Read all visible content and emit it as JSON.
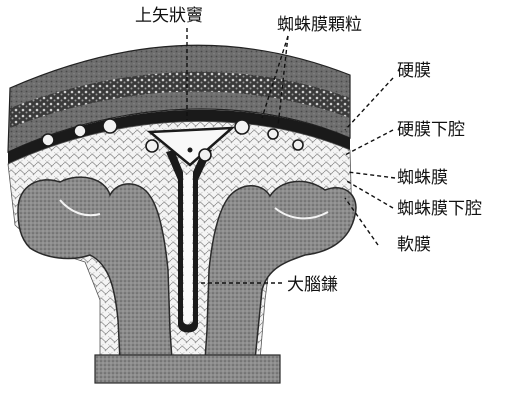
{
  "labels": {
    "superior_sagittal_sinus": "上矢狀竇",
    "arachnoid_granulations": "蜘蛛膜顆粒",
    "dura_mater": "硬膜",
    "subdural_space": "硬膜下腔",
    "arachnoid": "蜘蛛膜",
    "subarachnoid_space": "蜘蛛膜下腔",
    "pia_mater": "軟膜",
    "falx_cerebri": "大腦鎌"
  }
}
